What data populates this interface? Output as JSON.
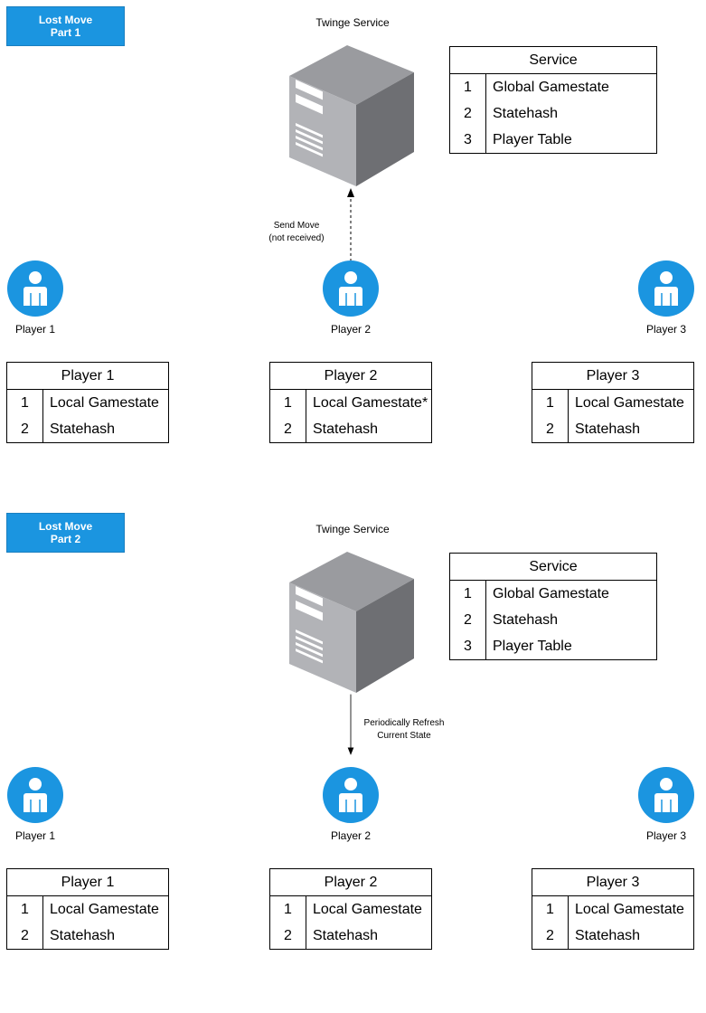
{
  "colors": {
    "accent": "#1b95e0",
    "server_dark": "#6e6f73",
    "server_light": "#b2b3b7"
  },
  "panels": [
    {
      "badge": [
        "Lost Move",
        "Part 1"
      ],
      "service_label": "Twinge Service",
      "arrow_label": [
        "Send Move",
        "(not received)"
      ],
      "arrow_direction": "up-dashed",
      "service_table": {
        "header": "Service",
        "rows": [
          {
            "num": "1",
            "text": "Global Gamestate"
          },
          {
            "num": "2",
            "text": "Statehash"
          },
          {
            "num": "3",
            "text": "Player Table"
          }
        ]
      },
      "players": [
        {
          "name": "Player 1",
          "table_header": "Player 1",
          "rows": [
            {
              "num": "1",
              "text": "Local Gamestate"
            },
            {
              "num": "2",
              "text": "Statehash"
            }
          ]
        },
        {
          "name": "Player 2",
          "table_header": "Player 2",
          "rows": [
            {
              "num": "1",
              "text": "Local Gamestate*"
            },
            {
              "num": "2",
              "text": "Statehash"
            }
          ]
        },
        {
          "name": "Player 3",
          "table_header": "Player 3",
          "rows": [
            {
              "num": "1",
              "text": "Local Gamestate"
            },
            {
              "num": "2",
              "text": "Statehash"
            }
          ]
        }
      ]
    },
    {
      "badge": [
        "Lost Move",
        "Part 2"
      ],
      "service_label": "Twinge Service",
      "arrow_label": [
        "Periodically Refresh",
        "Current State"
      ],
      "arrow_direction": "down-solid",
      "service_table": {
        "header": "Service",
        "rows": [
          {
            "num": "1",
            "text": "Global Gamestate"
          },
          {
            "num": "2",
            "text": "Statehash"
          },
          {
            "num": "3",
            "text": "Player Table"
          }
        ]
      },
      "players": [
        {
          "name": "Player 1",
          "table_header": "Player 1",
          "rows": [
            {
              "num": "1",
              "text": "Local Gamestate"
            },
            {
              "num": "2",
              "text": "Statehash"
            }
          ]
        },
        {
          "name": "Player 2",
          "table_header": "Player 2",
          "rows": [
            {
              "num": "1",
              "text": "Local Gamestate"
            },
            {
              "num": "2",
              "text": "Statehash"
            }
          ]
        },
        {
          "name": "Player 3",
          "table_header": "Player 3",
          "rows": [
            {
              "num": "1",
              "text": "Local Gamestate"
            },
            {
              "num": "2",
              "text": "Statehash"
            }
          ]
        }
      ]
    }
  ]
}
